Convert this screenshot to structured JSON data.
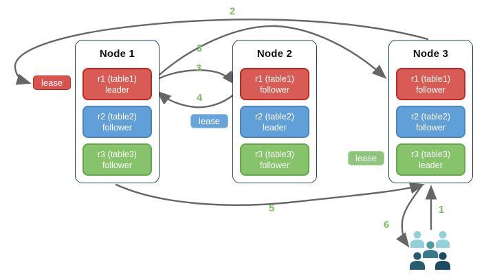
{
  "diagram_title": "range lease / leaseholder transfer diagram",
  "nodes": [
    {
      "title": "Node 1",
      "replicas": [
        {
          "line1": "r1 (table1)",
          "line2": "leader",
          "color": "red"
        },
        {
          "line1": "r2 (table2)",
          "line2": "follower",
          "color": "blue"
        },
        {
          "line1": "r3 (table3)",
          "line2": "follower",
          "color": "green"
        }
      ]
    },
    {
      "title": "Node 2",
      "replicas": [
        {
          "line1": "r1 (table1)",
          "line2": "follower",
          "color": "red"
        },
        {
          "line1": "r2 (table2)",
          "line2": "leader",
          "color": "blue"
        },
        {
          "line1": "r3 (table3)",
          "line2": "follower",
          "color": "green"
        }
      ]
    },
    {
      "title": "Node 3",
      "replicas": [
        {
          "line1": "r1 (table1)",
          "line2": "follower",
          "color": "red"
        },
        {
          "line1": "r2 (table2)",
          "line2": "follower",
          "color": "blue"
        },
        {
          "line1": "r3 (table3)",
          "line2": "leader",
          "color": "green"
        }
      ]
    }
  ],
  "leases": [
    {
      "label": "lease",
      "color": "red"
    },
    {
      "label": "lease",
      "color": "blue"
    },
    {
      "label": "lease",
      "color": "green"
    }
  ],
  "steps": {
    "s1": "1",
    "s2": "2",
    "s3a": "3",
    "s3b": "3",
    "s4": "4",
    "s5": "5",
    "s6": "6"
  },
  "icons": {
    "users_group": "users-group-icon"
  },
  "palette": {
    "red_fill": "#d85c55",
    "red_border": "#c0281f",
    "blue_fill": "#619fd8",
    "blue_border": "#4a87c2",
    "green_fill": "#86c36a",
    "green_border": "#63a849",
    "node_border": "#23445d",
    "arrow_gray": "#666666",
    "step_green": "#7cbf5e",
    "users_light_teal": "#8fd2d8",
    "users_mid_teal": "#4f99a3",
    "users_dark_left": "#265b72",
    "users_dark_right": "#1b4a61"
  }
}
